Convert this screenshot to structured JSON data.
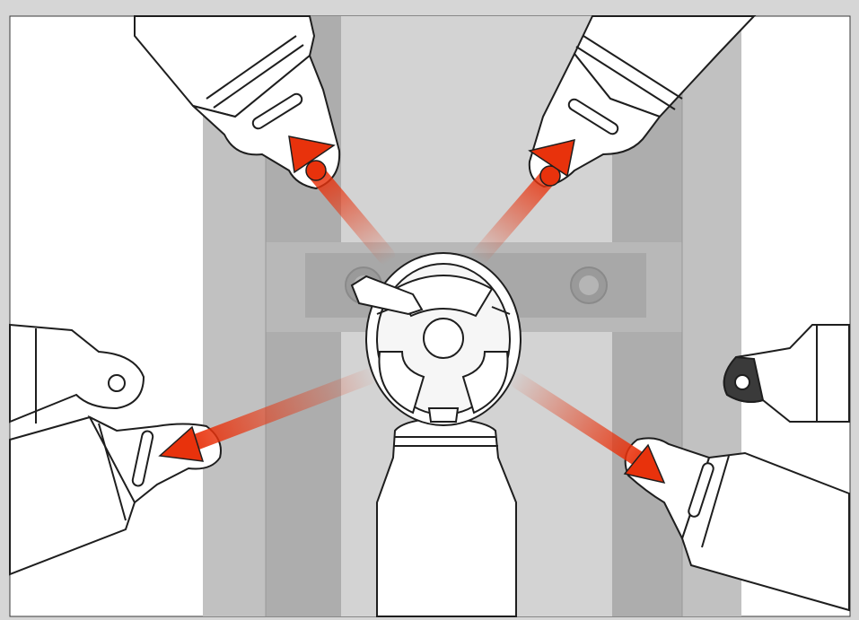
{
  "diagram": {
    "subject": "cam-lock buckle",
    "parts": [
      {
        "id": "upper-left-latch"
      },
      {
        "id": "upper-right-latch"
      },
      {
        "id": "lower-left-latch"
      },
      {
        "id": "lower-right-latch"
      },
      {
        "id": "left-shoulder-tab"
      },
      {
        "id": "right-shoulder-tab"
      },
      {
        "id": "buckle-hub"
      },
      {
        "id": "release-lever"
      },
      {
        "id": "center-strap"
      }
    ],
    "arrows_count": 4
  },
  "colors": {
    "frame": "#d6d6d6",
    "panel": "#ffffff",
    "seat": "#c9c9c9",
    "seat_dark": "#a9a9a9",
    "seat_rail": "#9e9e9e",
    "outline": "#1e1e1e",
    "arrow_red": "#e8320c",
    "arrow_light": "#f2a59a"
  }
}
